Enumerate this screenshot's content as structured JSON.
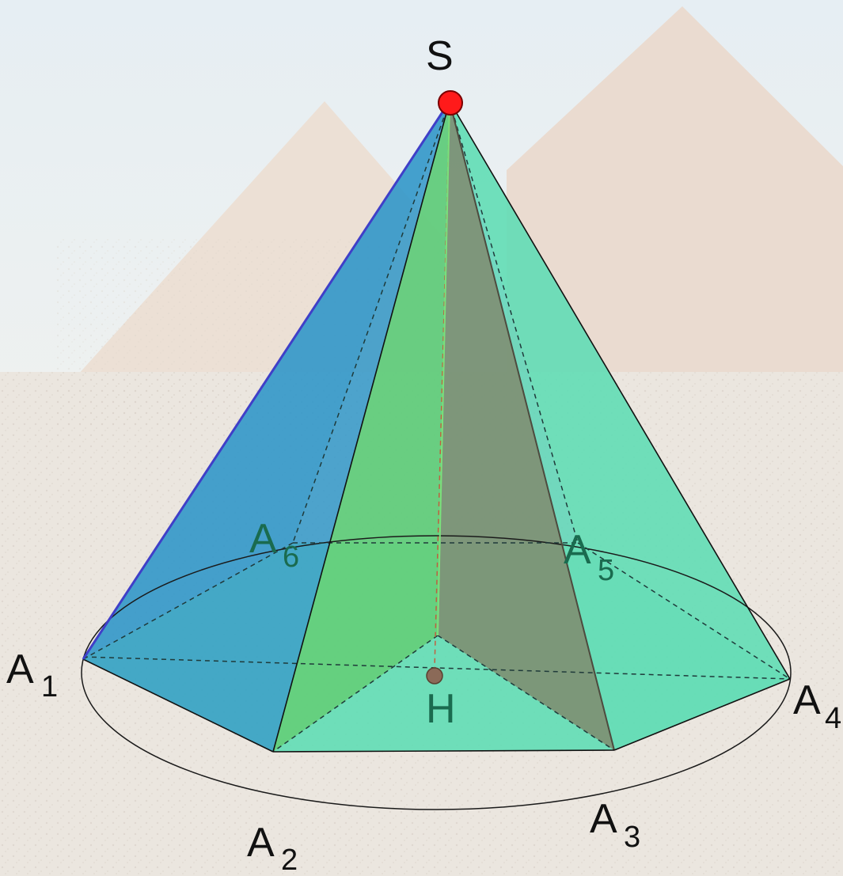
{
  "figure": {
    "type": "regular hexagonal pyramid inscribed in a cone",
    "background": "photo of pyramids in a desert",
    "apex_label": "S",
    "foot_label": "H",
    "base_vertices": [
      {
        "letter": "A",
        "index": "1"
      },
      {
        "letter": "A",
        "index": "2"
      },
      {
        "letter": "A",
        "index": "3"
      },
      {
        "letter": "A",
        "index": "4"
      },
      {
        "letter": "A",
        "index": "5"
      },
      {
        "letter": "A",
        "index": "6"
      }
    ]
  },
  "colors": {
    "sky": "#e9f0f4",
    "sand": "#ece5dc",
    "pyramid_stone": "#eadbd0",
    "face_teal": "#5fdcb4",
    "face_blue": "#2f96c8",
    "face_green": "#63cc70",
    "triangle_brown": "#7d8f72",
    "apex_point": "#ff1a1a",
    "foot_point": "#8b6a58",
    "edge_blue": "#3f3fc8",
    "label_dark": "#111111",
    "label_green": "#1a6b4f"
  }
}
